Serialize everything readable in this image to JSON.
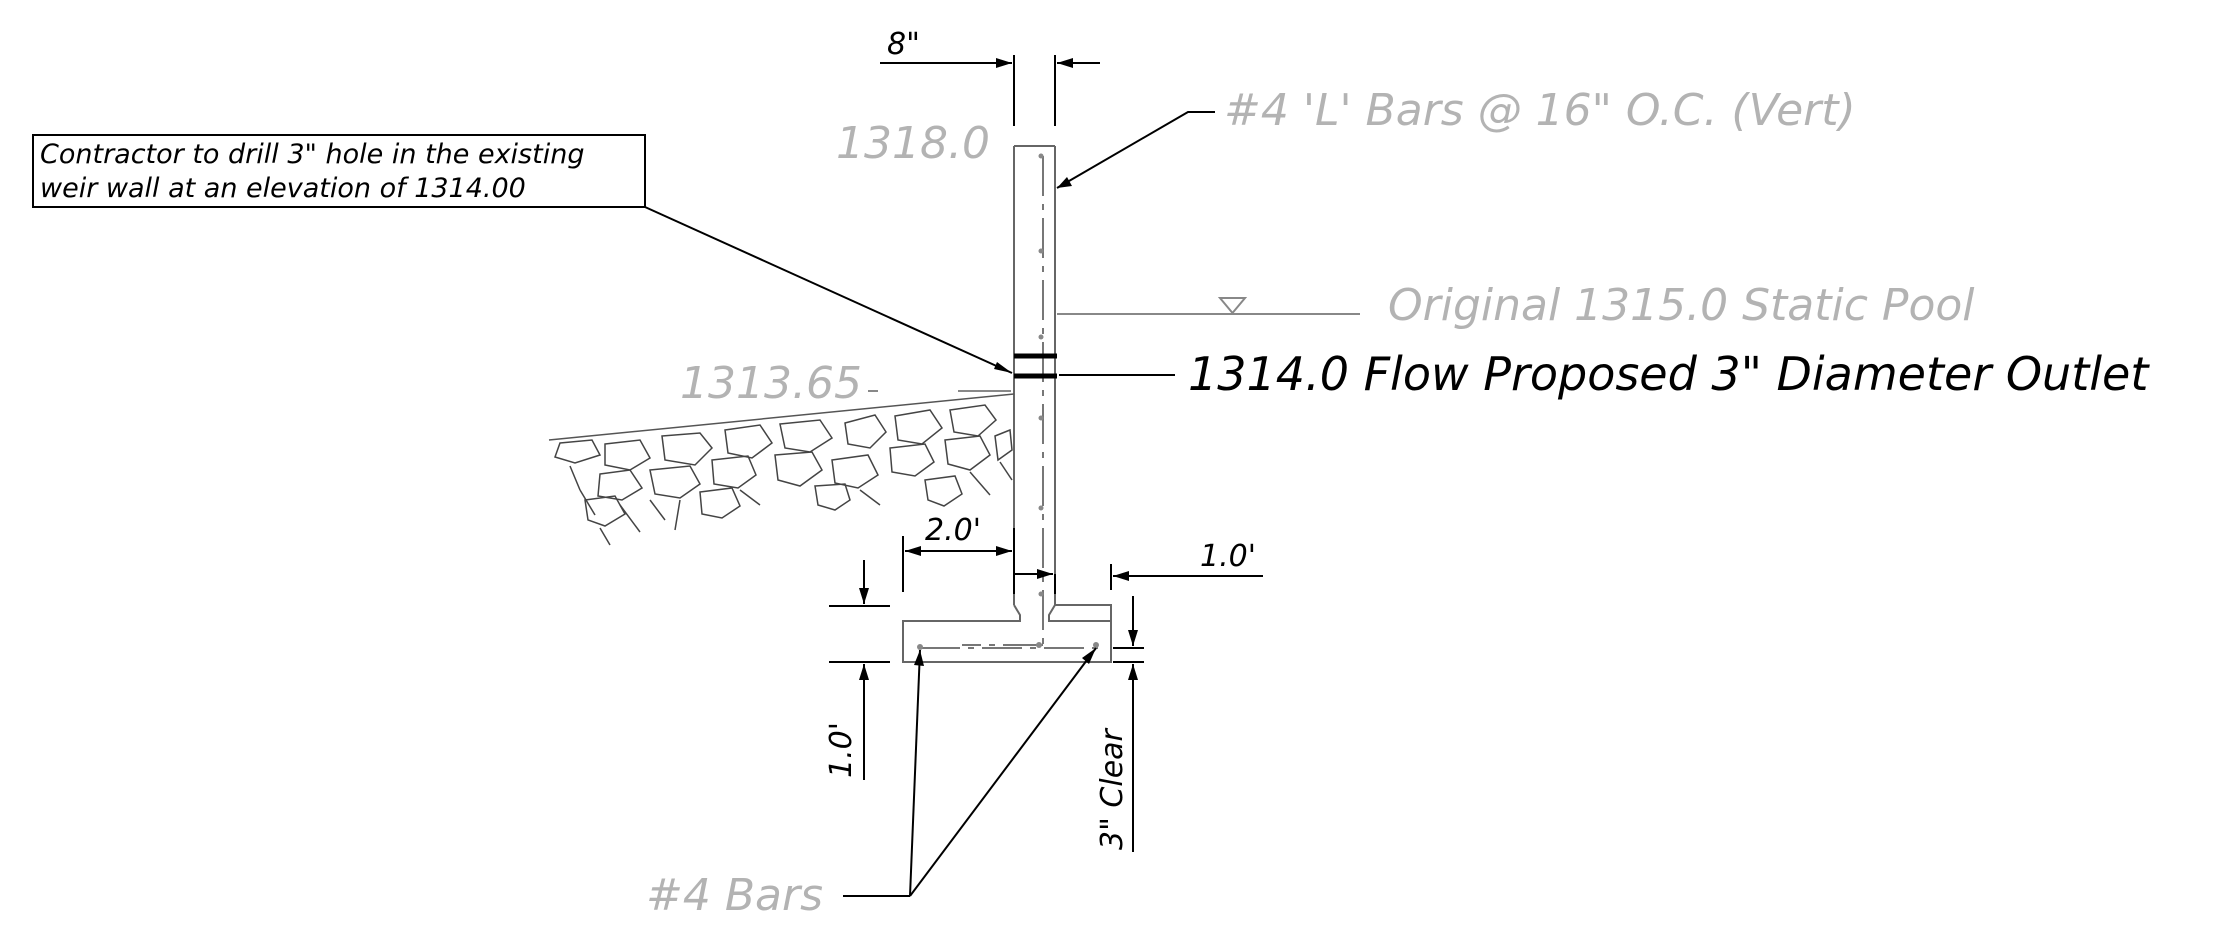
{
  "labels": {
    "wall_thickness": "8\"",
    "top_elevation": "1318.0",
    "vertical_bars": "#4 'L' Bars @ 16\" O.C. (Vert)",
    "static_pool": "Original 1315.0 Static Pool",
    "outlet": "1314.0 Flow Proposed 3\" Diameter Outlet",
    "grade_elevation": "1313.65",
    "heel_width": "2.0'",
    "toe_width": "1.0'",
    "footing_thickness": "1.0'",
    "clear_cover": "3\" Clear",
    "footing_bars": "#4 Bars"
  },
  "note": {
    "line1": "Contractor to drill 3\" hole in the existing",
    "line2": "weir wall at an elevation of 1314.00"
  },
  "colors": {
    "ink": "#000000",
    "dim_grey": "#b3b3b3",
    "wall_grey": "#888888"
  }
}
